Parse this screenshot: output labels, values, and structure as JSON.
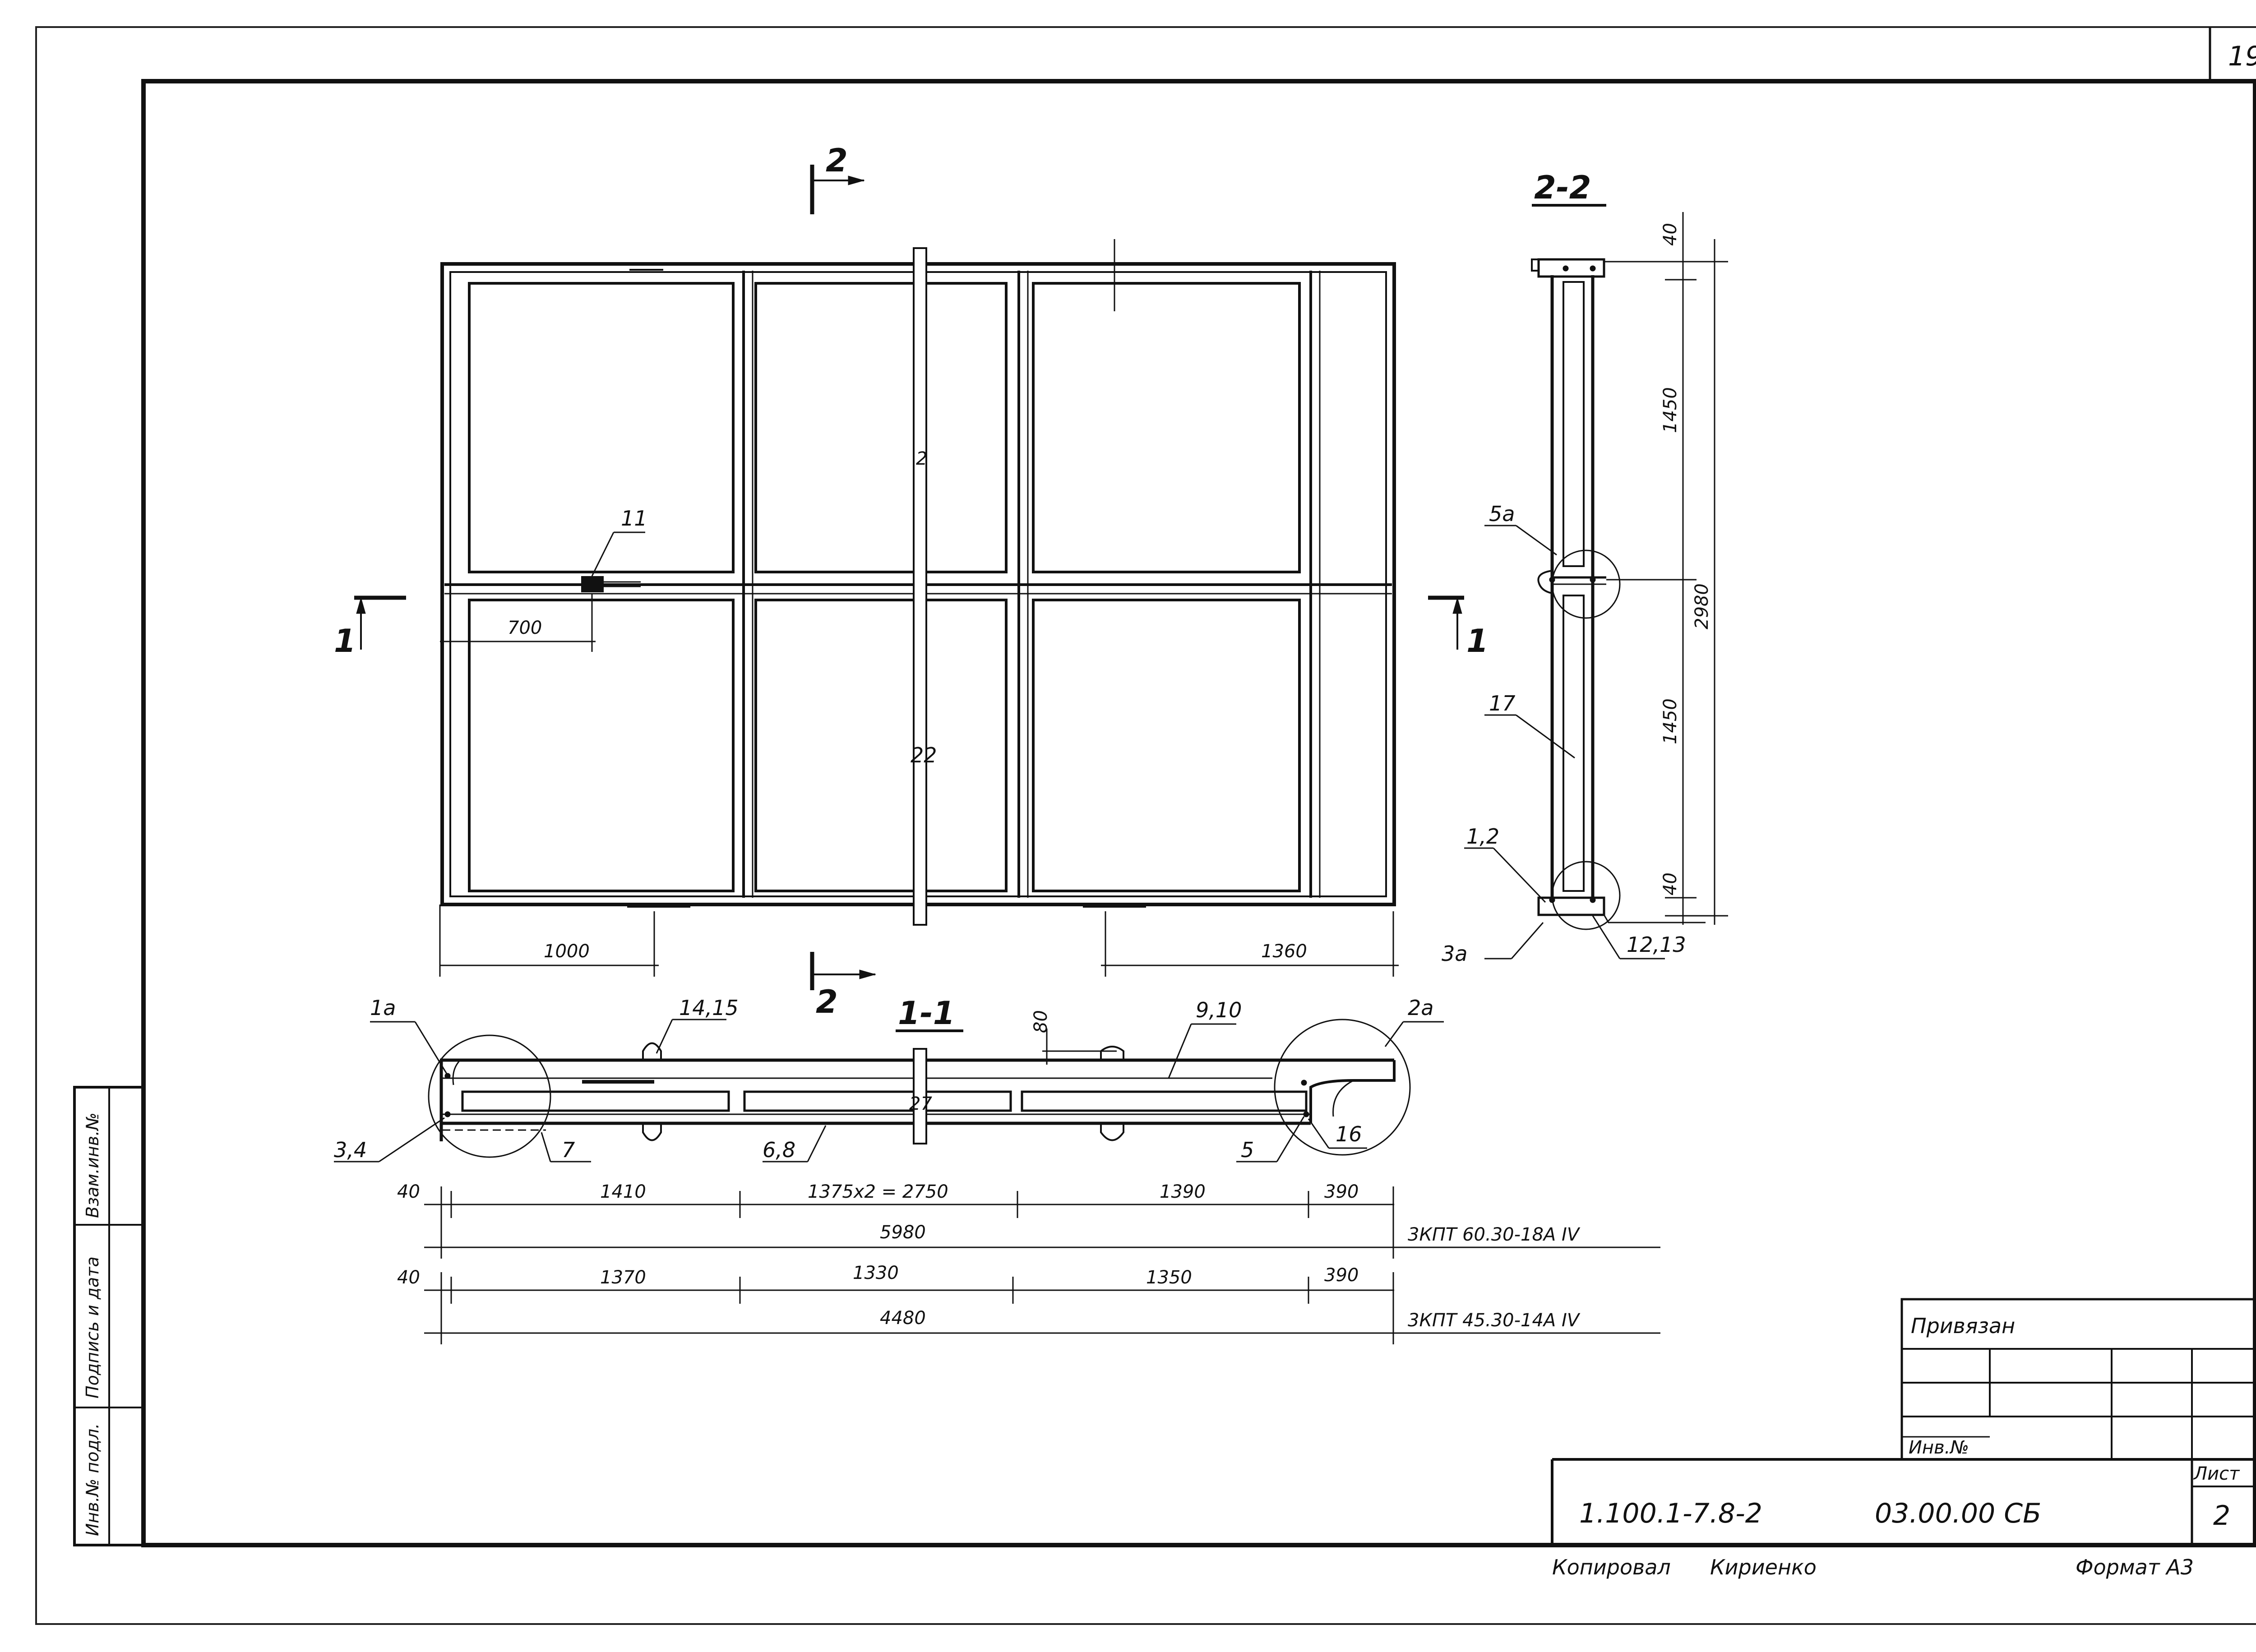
{
  "sheet": {
    "corner_number": "19",
    "sheet_number": "2"
  },
  "plan": {
    "section_marks": {
      "cut2_top": "2",
      "cut2_bottom": "2",
      "cut1_left": "1",
      "cut1_right": "1"
    },
    "callouts": {
      "item11": "11",
      "rib_mark_top": "2",
      "rib_mark_mid": "22"
    },
    "dims": {
      "d700": "700",
      "d1000": "1000",
      "d1360": "1360"
    }
  },
  "section22": {
    "title": "2-2",
    "dims": {
      "top40": "40",
      "h1450a": "1450",
      "h1450b": "1450",
      "total2980": "2980",
      "bot40": "40"
    },
    "callouts": {
      "c5a": "5a",
      "c17": "17",
      "c12": "1,2",
      "c3a": "3a",
      "c1213": "12,13"
    }
  },
  "section11": {
    "title": "1-1",
    "callouts": {
      "c1a": "1a",
      "c1415": "14,15",
      "c80": "80",
      "c910": "9,10",
      "c2a": "2a",
      "c34": "3,4",
      "c7": "7",
      "c68": "6,8",
      "c27": "27",
      "c5": "5",
      "c16": "16"
    },
    "dims_row1": {
      "d40": "40",
      "d1410": "1410",
      "d1375": "1375x2 = 2750",
      "d1390": "1390",
      "d390": "390",
      "total": "5980",
      "mark": "3КПТ 60.30-18А IV"
    },
    "dims_row2": {
      "d40": "40",
      "d1370": "1370",
      "d1330": "1330",
      "d1350": "1350",
      "d390": "390",
      "total": "4480",
      "mark": "3КПТ 45.30-14А IV"
    }
  },
  "side_stamp": {
    "inv_podl": "Инв.№ подл.",
    "podpis": "Подпись и дата",
    "vzam": "Взам.инв.№"
  },
  "title_block": {
    "privyazan": "Привязан",
    "inv": "Инв.№",
    "list_label": "Лист",
    "doc_code": "1.100.1-7.8-2",
    "doc_number": "03.00.00 СБ",
    "copied": "Копировал",
    "copier": "Кириенко",
    "format": "Формат А3"
  }
}
